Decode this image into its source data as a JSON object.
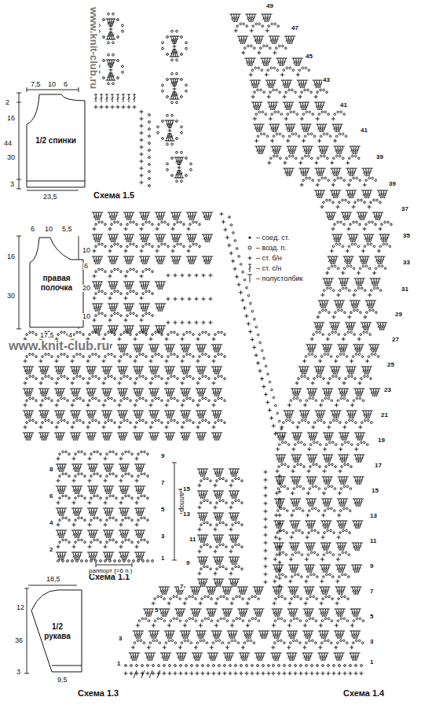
{
  "diagram": {
    "nodes": [
      {
        "text": [
          "1/2 спинки"
        ]
      },
      {
        "text": [
          "правая полочка"
        ]
      },
      {
        "text": [
          "1/2 рукава"
        ]
      }
    ],
    "labels": [
      "www.knit-club.ru",
      "www.knit-club.ru",
      "7,5",
      "10",
      "6",
      "2",
      "16",
      "44",
      "30",
      "3",
      "23,5",
      "6",
      "10",
      "5,5",
      "16",
      "30",
      "10",
      "6",
      "20",
      "10",
      "17,5",
      "4",
      "18,5",
      "12",
      "36",
      "3",
      "9,5",
      "Схема 1.5",
      "Схема 1.1",
      "Схема 1.3",
      "Схема 1.4",
      "9",
      "8",
      "7",
      "6",
      "5",
      "4",
      "3",
      "2",
      "1",
      "раппорт",
      "раппорт (=6 п.)",
      "15",
      "13",
      "11",
      "9",
      "7",
      "5",
      "3",
      "1",
      "49",
      "47",
      "45",
      "43",
      "41",
      "41",
      "39",
      "39",
      "37",
      "35",
      "33",
      "31",
      "29",
      "27",
      "25",
      "23",
      "21",
      "19",
      "17",
      "15",
      "13",
      "11",
      "9",
      "7",
      "5",
      "3",
      "1"
    ],
    "legend": [
      {
        "text": "– соед. ст."
      },
      {
        "text": "– возд. п."
      },
      {
        "text": "– ст. б/н"
      },
      {
        "text": "– ст. с/н"
      },
      {
        "text": "– полустолбик"
      }
    ]
  }
}
